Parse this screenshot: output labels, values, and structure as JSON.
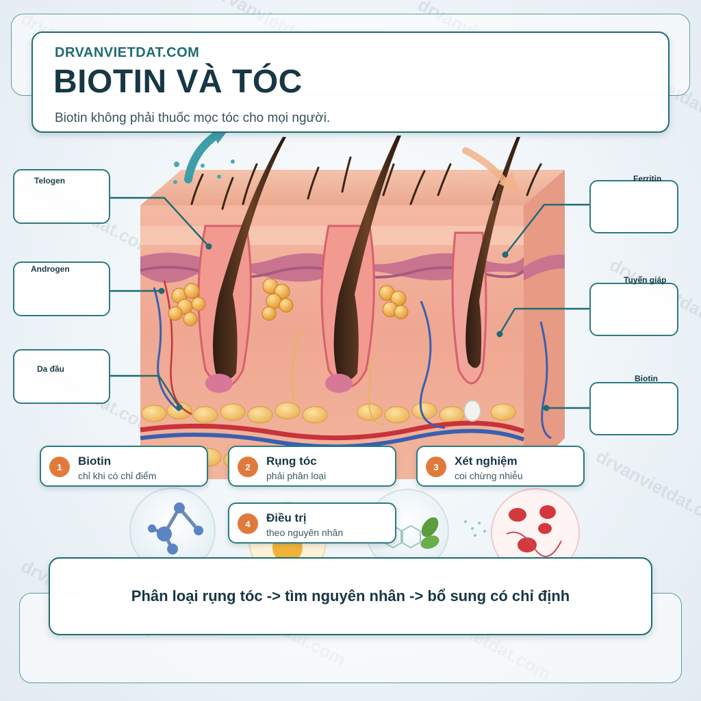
{
  "header": {
    "brand": "DRVANVIETDAT.COM",
    "title": "BIOTIN VÀ TÓC",
    "subtitle": "Biotin không phải thuốc mọc tóc cho mọi người."
  },
  "labels_left": [
    "Telogen",
    "Androgen",
    "Da đầu"
  ],
  "labels_right": [
    "Ferritin",
    "Tuyến giáp",
    "Biotin"
  ],
  "steps": [
    {
      "num": "1",
      "title": "Biotin",
      "desc": "chỉ khi có chỉ điểm"
    },
    {
      "num": "2",
      "title": "Rụng tóc",
      "desc": "phải phân loại"
    },
    {
      "num": "3",
      "title": "Xét nghiệm",
      "desc": "coi chừng nhiễu"
    },
    {
      "num": "4",
      "title": "Điều trị",
      "desc": "theo nguyên nhân"
    }
  ],
  "footer": {
    "summary": "Phân loại rụng tóc -> tìm nguyên nhân -> bổ sung có chỉ định"
  },
  "watermark": "drvanvietdat.com",
  "colors": {
    "accent": "#1f6b73",
    "badge": "#e07a3c",
    "text_dark": "#173744"
  }
}
